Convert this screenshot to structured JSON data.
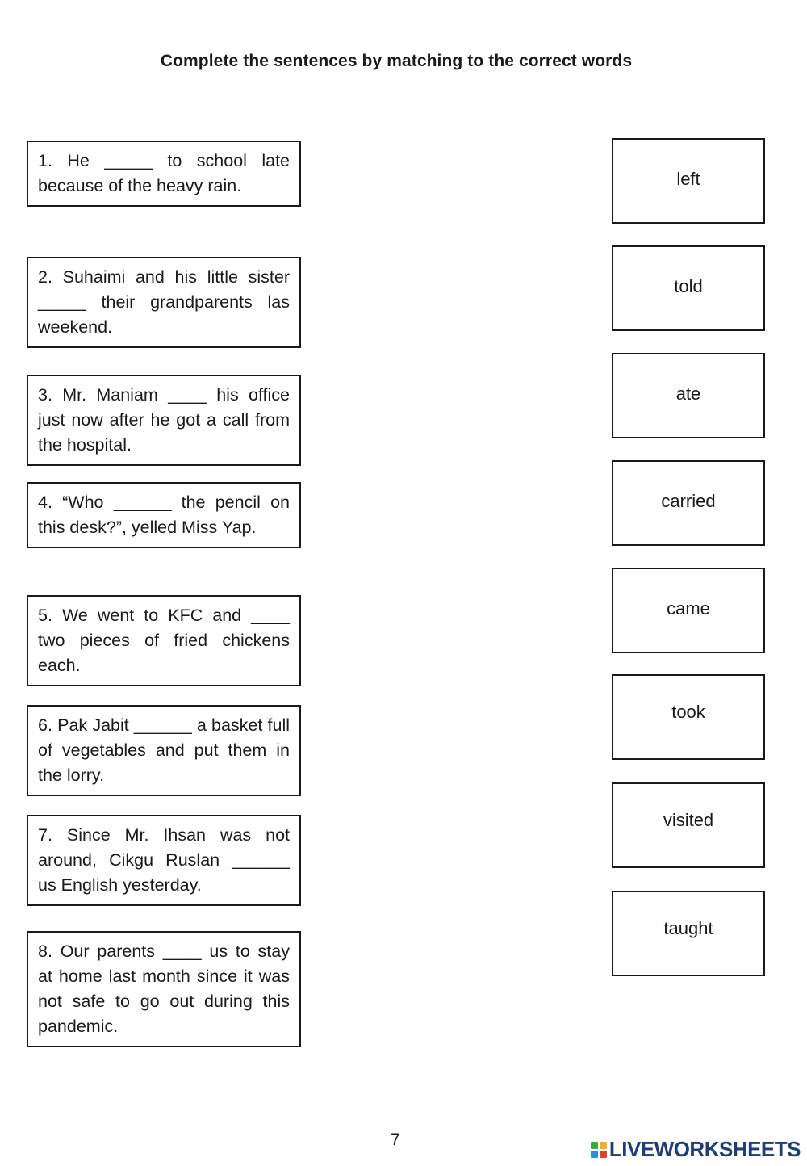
{
  "title": "Complete the sentences by matching to the correct words",
  "sentences": [
    {
      "text": "1. He _____ to school late because of the heavy rain."
    },
    {
      "text": "2. Suhaimi and his little sister _____ their grandparents las weekend."
    },
    {
      "text": "3. Mr. Maniam ____ his office just now after he got a call from the hospital."
    },
    {
      "text": "4. “Who ______ the pencil on this desk?”, yelled Miss Yap."
    },
    {
      "text": "5. We went to KFC and ____ two pieces of fried chickens each."
    },
    {
      "text": "6. Pak Jabit ______ a basket full of vegetables and put them in the lorry."
    },
    {
      "text": "7. Since Mr. Ihsan was not around, Cikgu Ruslan ______ us English yesterday."
    },
    {
      "text": "8. Our parents ____ us to stay at home last month since it was not safe to go out during this pandemic."
    }
  ],
  "words": [
    {
      "label": "left"
    },
    {
      "label": "told"
    },
    {
      "label": "ate"
    },
    {
      "label": "carried"
    },
    {
      "label": "came"
    },
    {
      "label": "took"
    },
    {
      "label": "visited"
    },
    {
      "label": "taught"
    }
  ],
  "page_number": "7",
  "footer": {
    "logo_text": "LIVEWORKSHEETS",
    "logo_icon": "liveworksheets-logo-icon",
    "logo_colors": [
      "#3aa93a",
      "#f2b01e",
      "#2f8fd6",
      "#e2412c"
    ]
  }
}
